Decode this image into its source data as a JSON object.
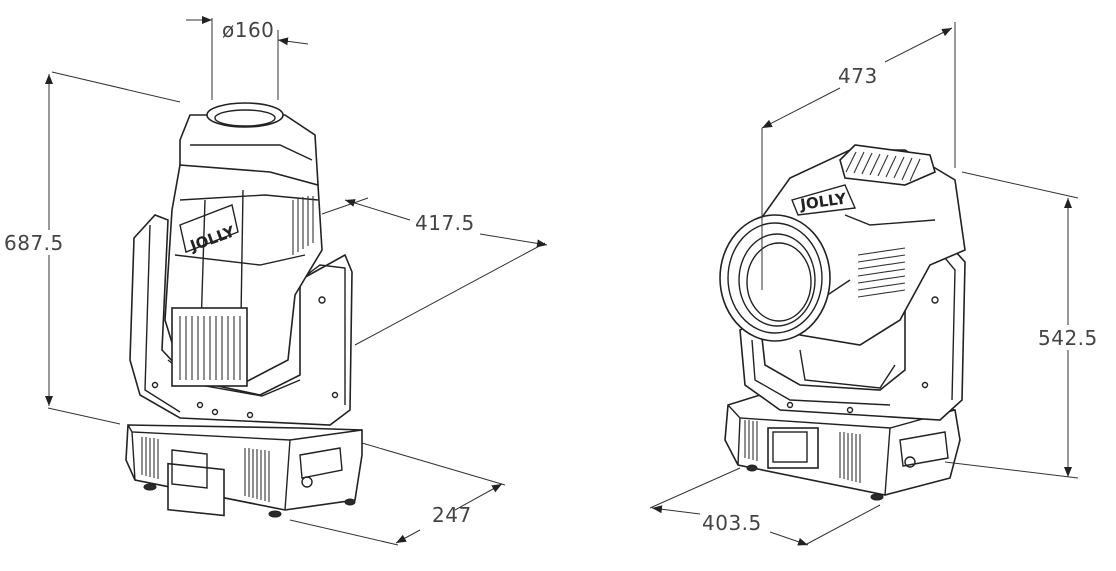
{
  "dimensions": {
    "lens_diameter": "ø160",
    "height_left": "687.5",
    "depth_left": "417.5",
    "base_width_left": "247",
    "width_right": "473",
    "height_right": "542.5",
    "base_width_right": "403.5"
  },
  "logos": {
    "left": "JOLLY",
    "right": "JOLLY"
  },
  "colors": {
    "line": "#222222",
    "dimension_text": "#444444",
    "background": "#ffffff"
  }
}
